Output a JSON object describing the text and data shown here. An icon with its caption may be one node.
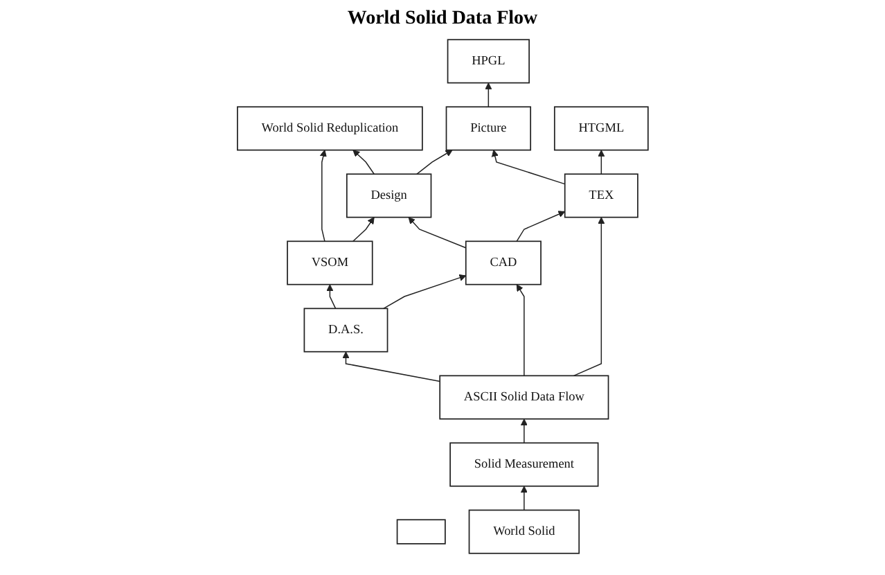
{
  "diagram": {
    "title": "World Solid Data Flow",
    "nodes": [
      {
        "text": [
          "World Solid Reduplication"
        ]
      },
      {
        "text": [
          "VSOM"
        ]
      },
      {
        "text": [
          "Design"
        ]
      },
      {
        "text": [
          "Picture"
        ]
      },
      {
        "text": [
          "HPGL"
        ]
      },
      {
        "text": [],
        "shape": "box"
      },
      {
        "text": [
          "D.A.S."
        ]
      },
      {
        "text": [
          "CAD"
        ]
      },
      {
        "text": [
          "TEX"
        ]
      },
      {
        "text": [
          "HTGML"
        ]
      },
      {
        "text": [
          "ASCII Solid Data Flow"
        ]
      },
      {
        "text": [
          "Solid Measurement"
        ]
      },
      {
        "text": [
          "World Solid"
        ]
      }
    ],
    "edges": [
      {
        "from": 1,
        "to": 0,
        "arrow": "to"
      },
      {
        "from": 2,
        "to": 0,
        "arrow": "to"
      },
      {
        "from": 1,
        "to": 2,
        "arrow": "to"
      },
      {
        "from": 2,
        "to": 3,
        "arrow": "to"
      },
      {
        "from": 3,
        "to": 4,
        "arrow": "to"
      },
      {
        "from": 6,
        "to": 1,
        "arrow": "to"
      },
      {
        "from": 7,
        "to": 2,
        "arrow": "to"
      },
      {
        "from": 8,
        "to": 3,
        "arrow": "to"
      },
      {
        "from": 6,
        "to": 7,
        "arrow": "to"
      },
      {
        "from": 7,
        "to": 8,
        "arrow": "to"
      },
      {
        "from": 8,
        "to": 9,
        "arrow": "to"
      },
      {
        "from": 10,
        "to": 6,
        "arrow": "to"
      },
      {
        "from": 10,
        "to": 7,
        "arrow": "to"
      },
      {
        "from": 10,
        "to": 8,
        "arrow": "to"
      },
      {
        "from": 11,
        "to": 10,
        "arrow": "to"
      },
      {
        "from": 12,
        "to": 11,
        "arrow": "to"
      }
    ]
  }
}
